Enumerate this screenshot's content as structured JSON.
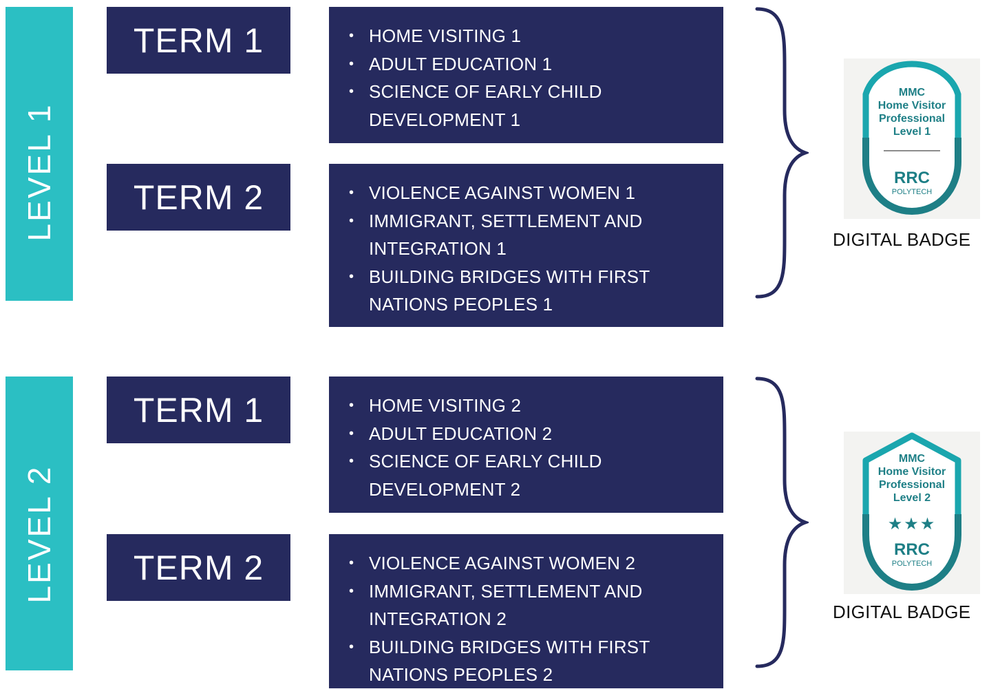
{
  "levels": [
    {
      "label": "LEVEL 1",
      "terms": [
        {
          "label": "TERM 1",
          "courses": [
            "HOME VISITING 1",
            "ADULT EDUCATION 1",
            "SCIENCE OF EARLY CHILD DEVELOPMENT 1"
          ]
        },
        {
          "label": "TERM 2",
          "courses": [
            "VIOLENCE AGAINST WOMEN 1",
            "IMMIGRANT, SETTLEMENT AND INTEGRATION 1",
            "BUILDING BRIDGES WITH FIRST NATIONS PEOPLES 1"
          ]
        }
      ],
      "badge": {
        "lines": [
          "MMC",
          "Home Visitor",
          "Professional",
          "Level 1"
        ],
        "brand": "RRC",
        "sub": "POLYTECH",
        "caption": "DIGITAL BADGE"
      }
    },
    {
      "label": "LEVEL 2",
      "terms": [
        {
          "label": "TERM 1",
          "courses": [
            "HOME VISITING 2",
            "ADULT EDUCATION 2",
            "SCIENCE OF EARLY CHILD DEVELOPMENT 2"
          ]
        },
        {
          "label": "TERM 2",
          "courses": [
            "VIOLENCE AGAINST WOMEN 2",
            "IMMIGRANT, SETTLEMENT AND INTEGRATION 2",
            "BUILDING BRIDGES WITH FIRST NATIONS PEOPLES 2"
          ]
        }
      ],
      "badge": {
        "lines": [
          "MMC",
          "Home Visitor",
          "Professional",
          "Level 2"
        ],
        "stars": "★★★",
        "brand": "RRC",
        "sub": "POLYTECH",
        "caption": "DIGITAL BADGE"
      }
    }
  ],
  "colors": {
    "teal": "#2bbfc3",
    "navy": "#262a5e",
    "badge_teal": "#1aa6ae",
    "badge_dark": "#1e7f86"
  }
}
